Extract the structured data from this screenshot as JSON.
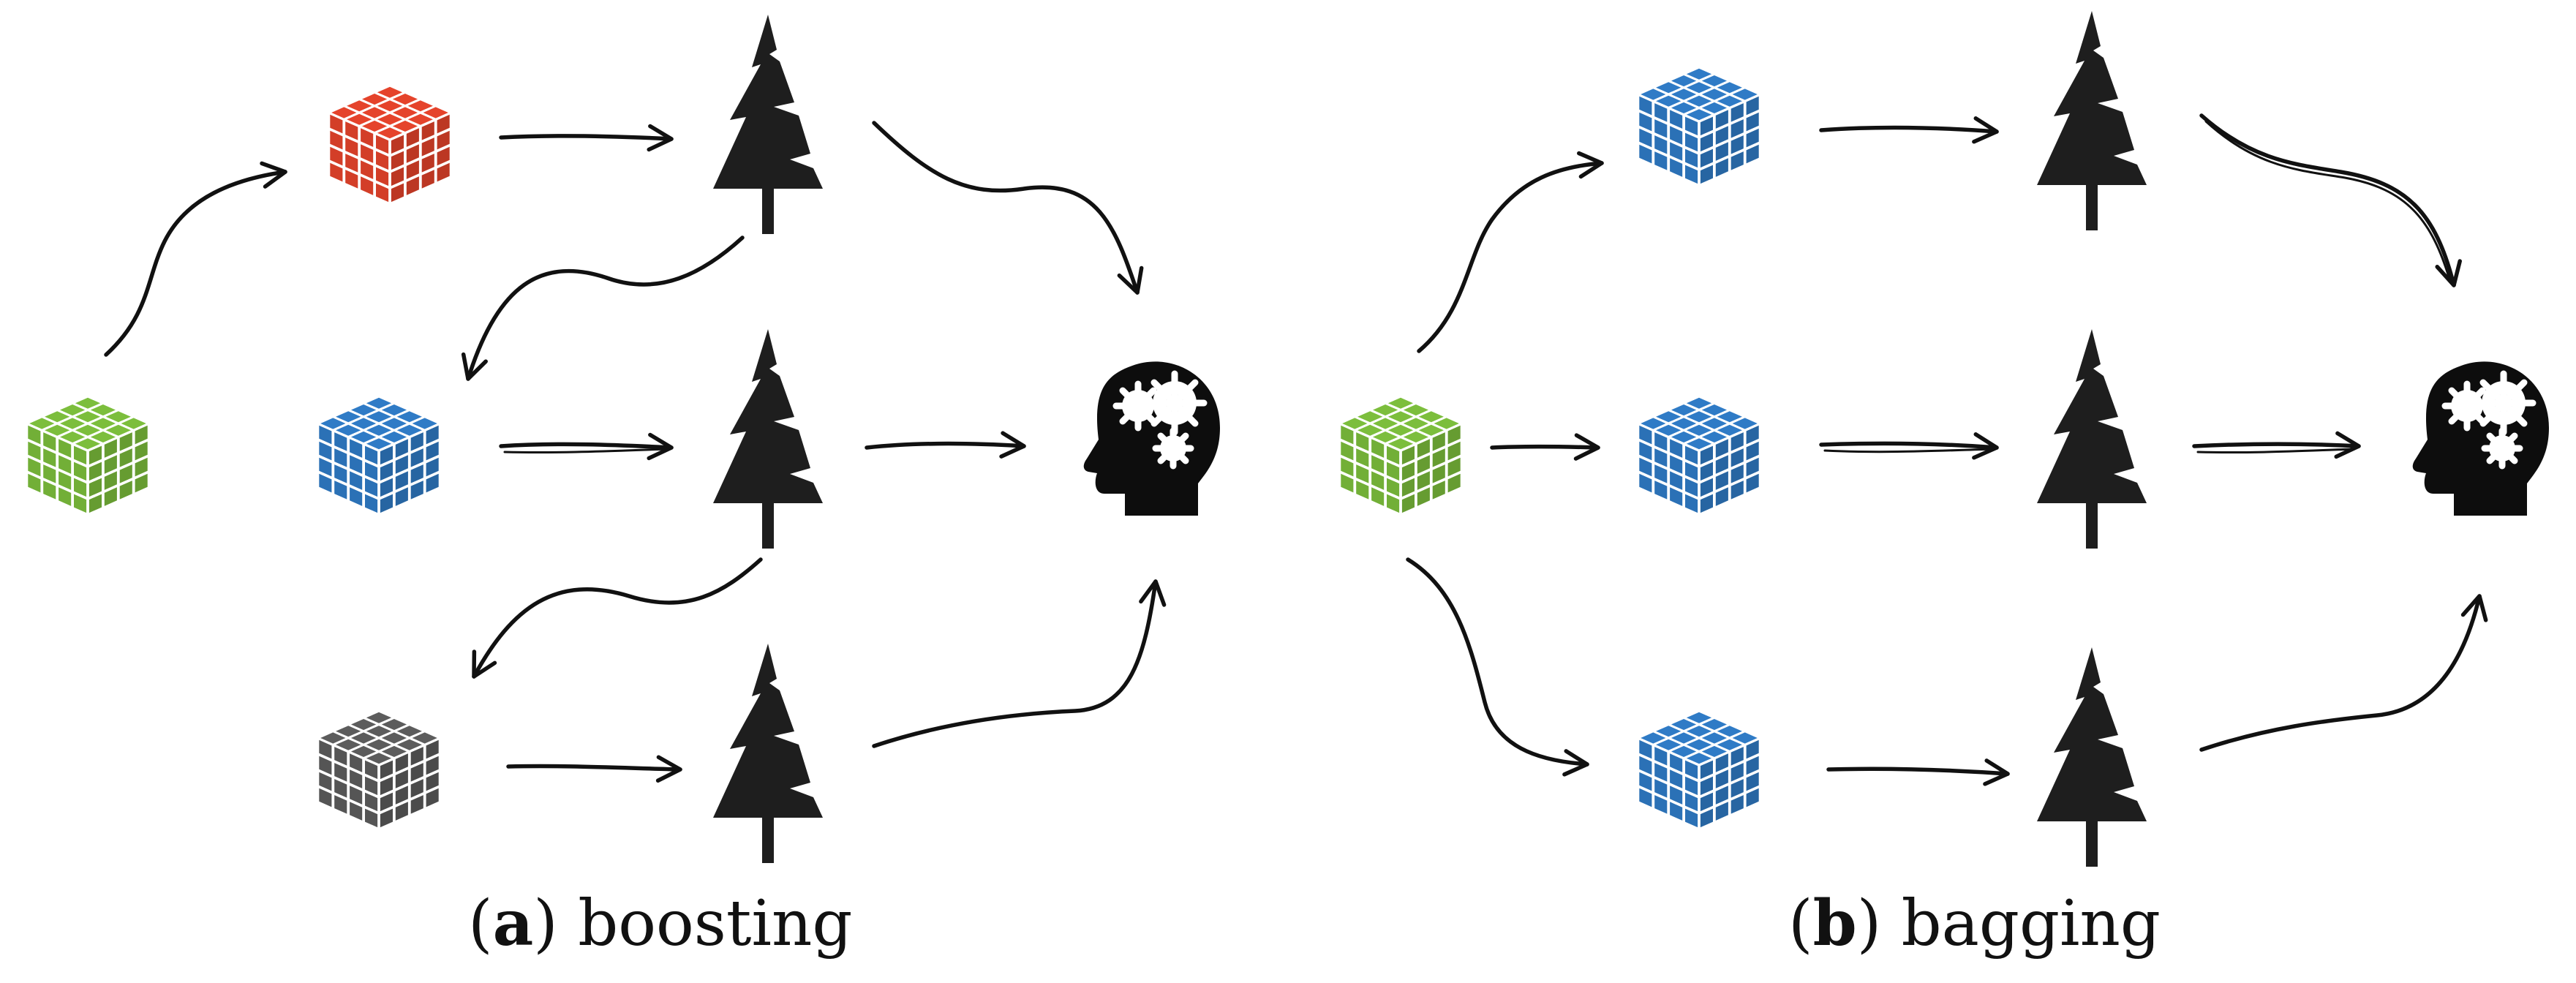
{
  "panels": [
    {
      "id": "a",
      "letter": "a",
      "label": "boosting",
      "colors": {
        "input": "#7CBE3C",
        "sample1": "#E5432B",
        "sample2": "#2F7BC6",
        "sample3": "#5C5C5C"
      }
    },
    {
      "id": "b",
      "letter": "b",
      "label": "bagging",
      "colors": {
        "input": "#7CBE3C",
        "sample1": "#2F7BC6",
        "sample2": "#2F7BC6",
        "sample3": "#2F7BC6"
      }
    }
  ],
  "icons": {
    "dataset": "data-cube-icon",
    "model": "tree-icon",
    "ensemble": "brain-gears-head-icon"
  }
}
